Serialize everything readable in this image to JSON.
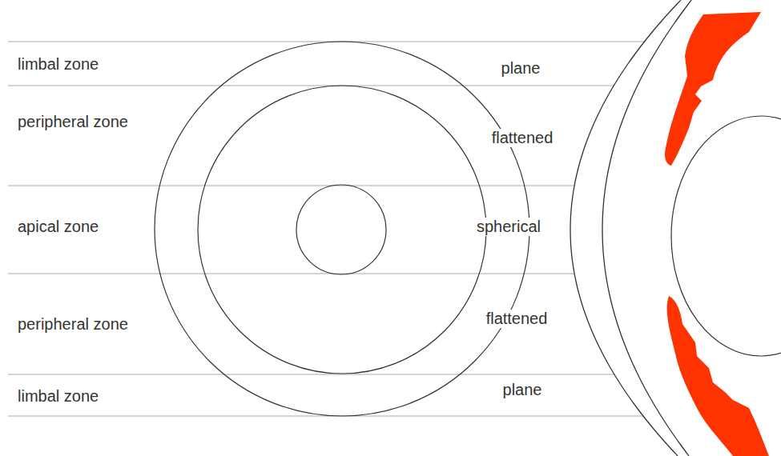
{
  "diagram": {
    "labels": [
      "limbal zone",
      "plane",
      "peripheral zone",
      "flattened",
      "apical zone",
      "spherical",
      "peripheral zone",
      "flattened",
      "limbal zone",
      "plane"
    ]
  }
}
